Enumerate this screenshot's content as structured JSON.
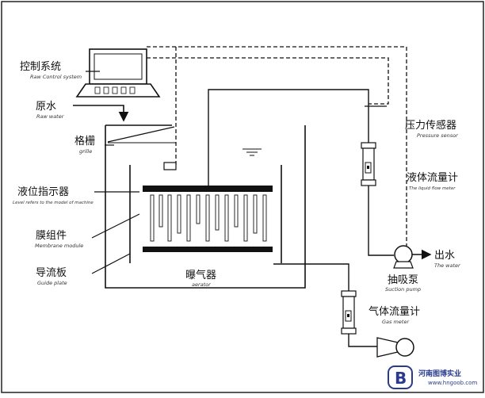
{
  "labels": {
    "control_system": {
      "cn": "控制系统",
      "en": "Raw Control system"
    },
    "raw_water": {
      "cn": "原水",
      "en": "Raw water"
    },
    "grille": {
      "cn": "格栅",
      "en": "grille"
    },
    "level_indicator": {
      "cn": "液位指示器",
      "en": "Level refers to the model of machine"
    },
    "membrane_module": {
      "cn": "膜组件",
      "en": "Membrane module"
    },
    "guide_plate": {
      "cn": "导流板",
      "en": "Guide plate"
    },
    "aerator": {
      "cn": "曝气器",
      "en": "aerator"
    },
    "pressure_sensor": {
      "cn": "压力传感器",
      "en": "Pressure sensor"
    },
    "liquid_flow_meter": {
      "cn": "液体流量计",
      "en": "The liquid flow meter"
    },
    "water_out": {
      "cn": "出水",
      "en": "The water"
    },
    "suction_pump": {
      "cn": "抽吸泵",
      "en": "Suction pump"
    },
    "gas_meter": {
      "cn": "气体流量计",
      "en": "Gas meter"
    }
  },
  "watermark": {
    "cn": "河南图博实业",
    "en": "www.hngoob.com",
    "logo_text": "B"
  },
  "colors": {
    "line": "#111111",
    "watermark": "#2a3b8f"
  }
}
